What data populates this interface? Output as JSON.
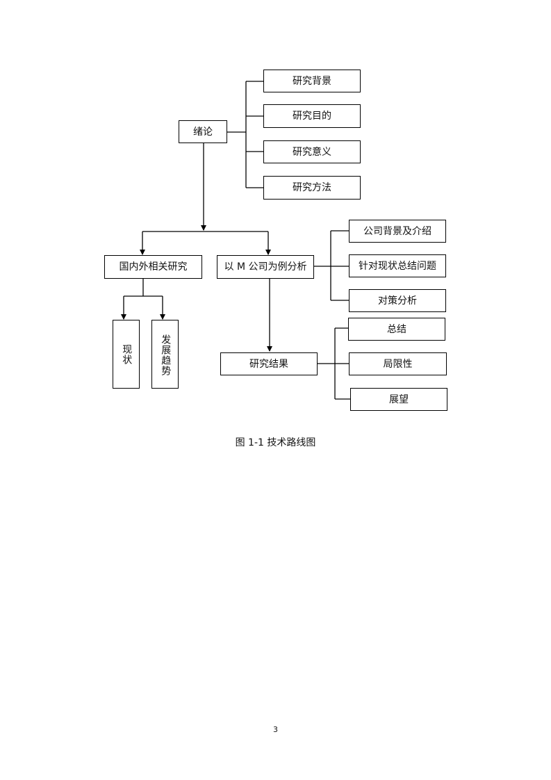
{
  "diagram": {
    "root": "绪论",
    "intro_children": [
      "研究背景",
      "研究目的",
      "研究意义",
      "研究方法"
    ],
    "branch_left": "国内外相关研究",
    "left_children": [
      "现状",
      "发展趋势"
    ],
    "branch_right": "以 M 公司为例分析",
    "right_children": [
      "公司背景及介绍",
      "针对现状总结问题",
      "对策分析"
    ],
    "result": "研究结果",
    "result_children": [
      "总结",
      "局限性",
      "展望"
    ]
  },
  "caption": "图 1-1  技术路线图",
  "page_number": "3"
}
